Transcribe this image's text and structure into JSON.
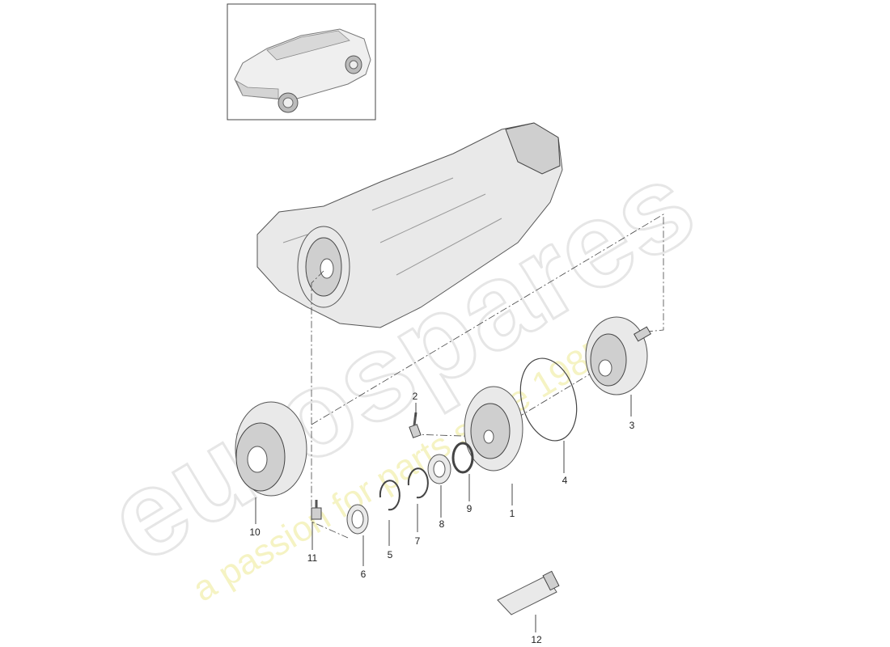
{
  "watermark": {
    "brand": "eurospares",
    "tagline": "a passion for parts since 1985"
  },
  "inset": {
    "subject": "vehicle thumbnail (SUV)"
  },
  "callouts": [
    {
      "num": "1",
      "part": "oil-pump-cover"
    },
    {
      "num": "2",
      "part": "screw"
    },
    {
      "num": "3",
      "part": "clutch-drum"
    },
    {
      "num": "4",
      "part": "o-ring"
    },
    {
      "num": "5",
      "part": "circlip"
    },
    {
      "num": "6",
      "part": "sealing-ring"
    },
    {
      "num": "7",
      "part": "circlip"
    },
    {
      "num": "8",
      "part": "bearing"
    },
    {
      "num": "9",
      "part": "retaining-ring"
    },
    {
      "num": "10",
      "part": "torque-converter"
    },
    {
      "num": "11",
      "part": "bolt"
    },
    {
      "num": "12",
      "part": "lubricant-tube"
    }
  ],
  "colors": {
    "line": "#333333",
    "part_fill": "#e9e9e9",
    "watermark_tag": "#f2efb0"
  }
}
